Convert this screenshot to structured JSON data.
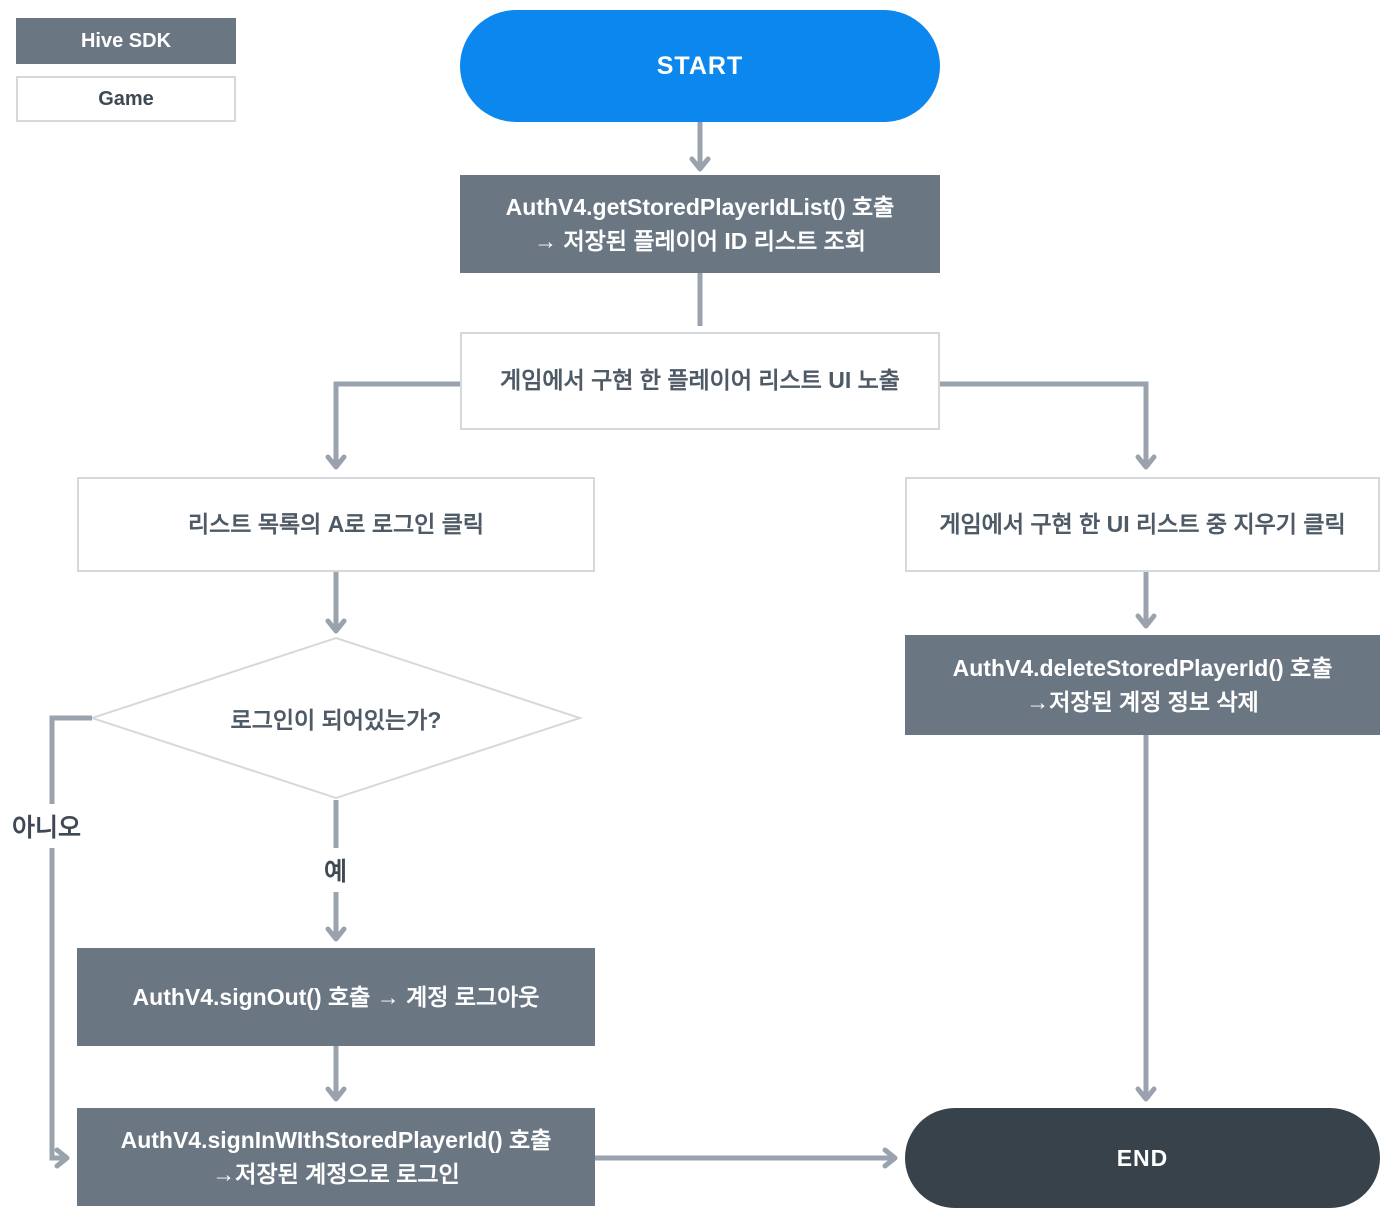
{
  "legend": {
    "hive_sdk": "Hive SDK",
    "game": "Game"
  },
  "nodes": {
    "start": "START",
    "get_list": {
      "line1": "AuthV4.getStoredPlayerIdList() 호출",
      "line2": "→ 저장된 플레이어 ID 리스트 조회"
    },
    "player_list_ui": "게임에서 구현 한 플레이어 리스트 UI 노출",
    "login_click": "리스트 목록의 A로 로그인 클릭",
    "decision": "로그인이 되어있는가?",
    "sign_out": "AuthV4.signOut() 호출 → 계정 로그아웃",
    "sign_in": {
      "line1": "AuthV4.signInWIthStoredPlayerId() 호출",
      "line2": "→저장된 계정으로 로그인"
    },
    "delete_click": "게임에서 구현 한 UI 리스트 중 지우기 클릭",
    "delete_stored": {
      "line1": "AuthV4.deleteStoredPlayerId() 호출",
      "line2": "→저장된 계정 정보 삭제"
    },
    "end": "END"
  },
  "edge_labels": {
    "no": "아니오",
    "yes": "예"
  },
  "colors": {
    "start_blue": "#0b87ee",
    "sdk_gray": "#6b7683",
    "end_dark": "#38424b",
    "arrow_gray": "#9aa3ad",
    "border_light": "#d6d9dc",
    "text_dark": "#4e5a66",
    "label_dark": "#3f4954"
  }
}
